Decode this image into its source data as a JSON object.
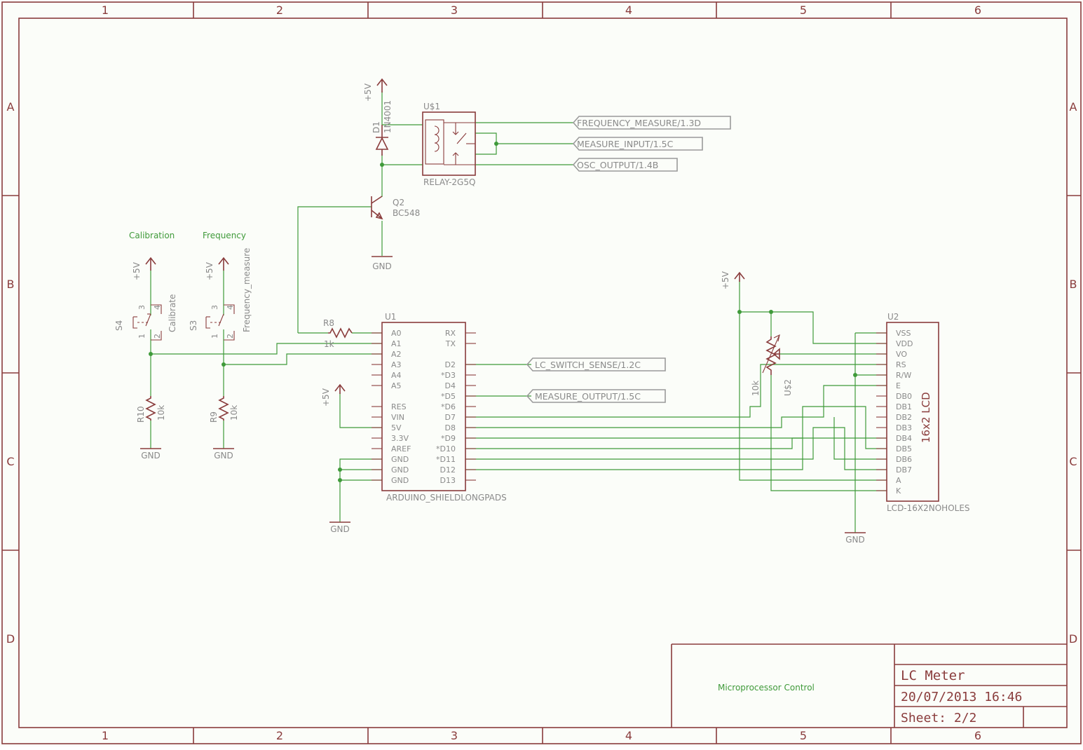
{
  "grid": {
    "columns": [
      "1",
      "2",
      "3",
      "4",
      "5",
      "6"
    ],
    "rows": [
      "A",
      "B",
      "C",
      "D"
    ]
  },
  "title_block": {
    "title": "LC Meter",
    "date": "20/07/2013 16:46",
    "sheet": "Sheet: 2/2",
    "description": "Microprocessor Control"
  },
  "supply": {
    "vcc": "+5V",
    "gnd": "GND"
  },
  "notes": {
    "calibration": "Calibration",
    "frequency": "Frequency"
  },
  "relay": {
    "ref": "U$1",
    "value": "RELAY-2G5Q"
  },
  "diode": {
    "ref": "D1",
    "value": "1N4001"
  },
  "transistor": {
    "ref": "Q2",
    "value": "BC548"
  },
  "switch_s4": {
    "ref": "S4",
    "label": "Calibrate",
    "pins": [
      "3",
      "4",
      "1",
      "2"
    ]
  },
  "switch_s3": {
    "ref": "S3",
    "label": "Frequency_measure",
    "pins": [
      "3",
      "4",
      "1",
      "2"
    ]
  },
  "r10": {
    "ref": "R10",
    "value": "10k"
  },
  "r9": {
    "ref": "R9",
    "value": "10k"
  },
  "r8": {
    "ref": "R8",
    "value": "1k"
  },
  "pot": {
    "ref": "U$2",
    "value": "10k"
  },
  "arduino": {
    "ref": "U1",
    "value": "ARDUINO_SHIELDLONGPADS",
    "left_pins": [
      "A0",
      "A1",
      "A2",
      "A3",
      "A4",
      "A5",
      "",
      "RES",
      "VIN",
      "5V",
      "3.3V",
      "AREF",
      "GND",
      "GND",
      "GND"
    ],
    "right_pins": [
      "RX",
      "TX",
      "",
      "D2",
      "*D3",
      "D4",
      "*D5",
      "*D6",
      "D7",
      "D8",
      "*D9",
      "*D10",
      "*D11",
      "D12",
      "D13"
    ]
  },
  "lcd": {
    "ref": "U2",
    "value": "LCD-16X2NOHOLES",
    "body_label": "16x2 LCD",
    "pins": [
      "VSS",
      "VDD",
      "VO",
      "RS",
      "R/W",
      "E",
      "DB0",
      "DB1",
      "DB2",
      "DB3",
      "DB4",
      "DB5",
      "DB6",
      "DB7",
      "A",
      "K"
    ]
  },
  "net_flags": {
    "frequency_measure": "FREQUENCY_MEASURE/1.3D",
    "measure_input": "MEASURE_INPUT/1.5C",
    "osc_output": "OSC_OUTPUT/1.4B",
    "lc_switch_sense": "LC_SWITCH_SENSE/1.2C",
    "measure_output": "MEASURE_OUTPUT/1.5C"
  }
}
